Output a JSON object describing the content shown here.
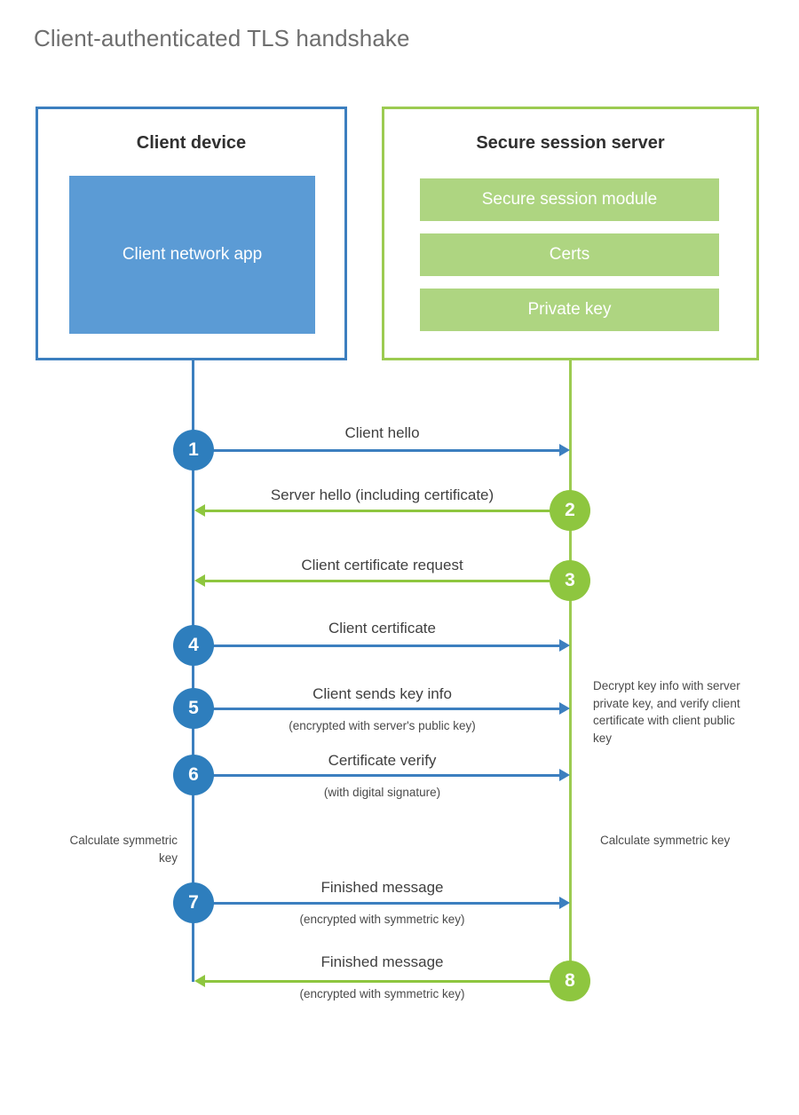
{
  "title": "Client-authenticated TLS handshake",
  "colors": {
    "client_blue": "#3c7fbf",
    "client_fill": "#5b9bd5",
    "server_green": "#9ccb51",
    "server_fill": "#aed581",
    "step_blue": "#2e7ebd",
    "step_green": "#8ec63f",
    "title_gray": "#6e6e6e",
    "text_gray": "#404040"
  },
  "actors": {
    "client": {
      "title": "Client device",
      "app_label": "Client network app"
    },
    "server": {
      "title": "Secure session server",
      "components": [
        "Secure session module",
        "Certs",
        "Private key"
      ]
    }
  },
  "steps": [
    {
      "number": "1",
      "label": "Client hello",
      "sub": "",
      "direction": "client-to-server",
      "color": "blue"
    },
    {
      "number": "2",
      "label": "Server hello (including certificate)",
      "sub": "",
      "direction": "server-to-client",
      "color": "green"
    },
    {
      "number": "3",
      "label": "Client certificate request",
      "sub": "",
      "direction": "server-to-client",
      "color": "green"
    },
    {
      "number": "4",
      "label": "Client certificate",
      "sub": "",
      "direction": "client-to-server",
      "color": "blue"
    },
    {
      "number": "5",
      "label": "Client sends key info",
      "sub": "(encrypted with server's public key)",
      "direction": "client-to-server",
      "color": "blue"
    },
    {
      "number": "6",
      "label": "Certificate verify",
      "sub": "(with digital signature)",
      "direction": "client-to-server",
      "color": "blue"
    },
    {
      "number": "7",
      "label": "Finished message",
      "sub": "(encrypted with symmetric key)",
      "direction": "client-to-server",
      "color": "blue"
    },
    {
      "number": "8",
      "label": "Finished message",
      "sub": "(encrypted with symmetric key)",
      "direction": "server-to-client",
      "color": "green"
    }
  ],
  "notes": {
    "server_decrypt": "Decrypt key info with server private key, and verify client certificate with client public key",
    "client_calculate": "Calculate symmetric key",
    "server_calculate": "Calculate symmetric key"
  }
}
